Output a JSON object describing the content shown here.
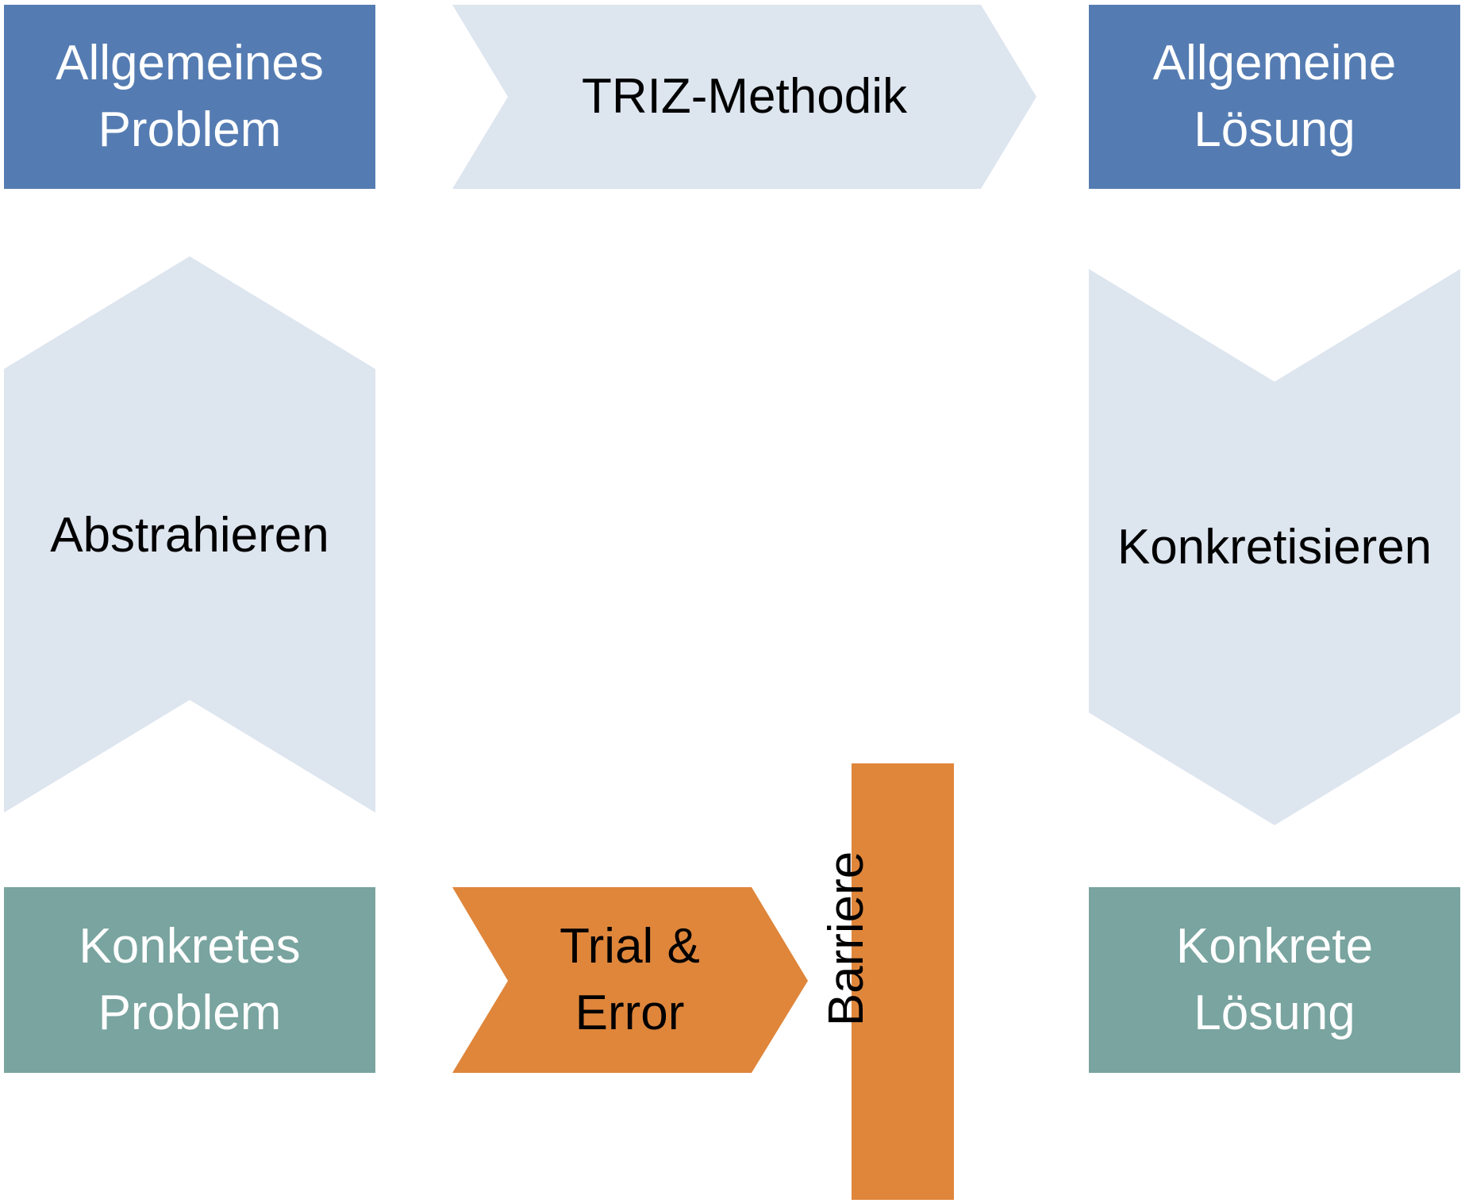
{
  "colors": {
    "top_box": "#557cb2",
    "bottom_box": "#79a49f",
    "light_arrow": "#dde5ef",
    "orange": "#df863b",
    "white_text": "#ffffff",
    "dark_text": "#000000"
  },
  "top_left_box": {
    "line1": "Allgemeines",
    "line2": "Problem"
  },
  "top_arrow": {
    "label": "TRIZ-Methodik"
  },
  "top_right_box": {
    "line1": "Allgemeine",
    "line2": "Lösung"
  },
  "left_arrow": {
    "label": "Abstrahieren"
  },
  "right_arrow": {
    "label": "Konkretisieren"
  },
  "bottom_left_box": {
    "line1": "Konkretes",
    "line2": "Problem"
  },
  "bottom_arrow": {
    "line1": "Trial &",
    "line2": "Error"
  },
  "barrier": {
    "label": "Barriere"
  },
  "bottom_right_box": {
    "line1": "Konkrete",
    "line2": "Lösung"
  }
}
